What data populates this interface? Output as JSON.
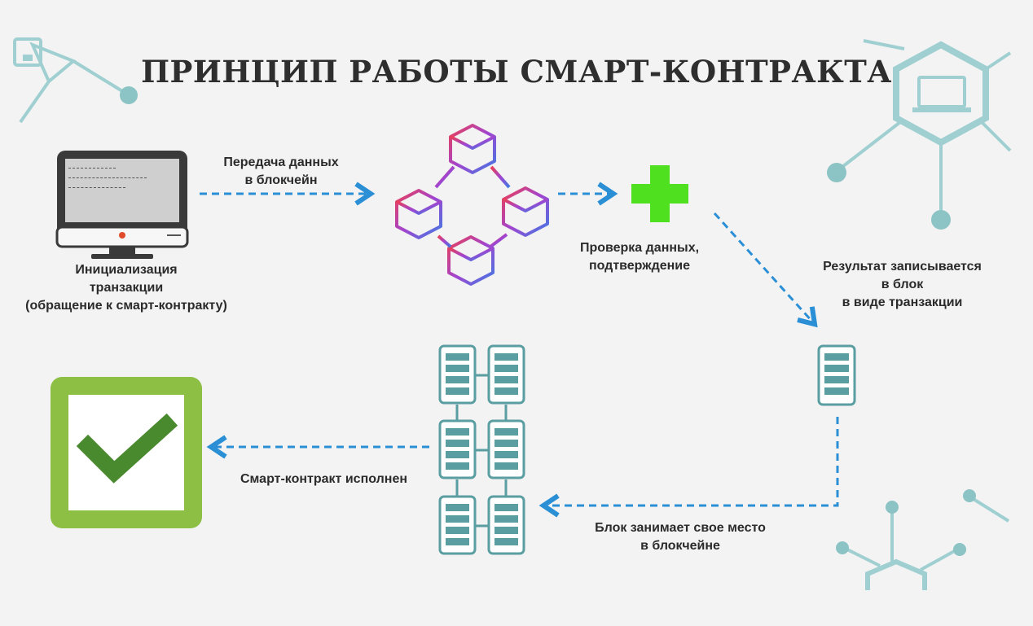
{
  "title": "ПРИНЦИП РАБОТЫ СМАРТ-КОНТРАКТА",
  "steps": {
    "init": {
      "line1": "Инициализация",
      "line2": "транзакции",
      "line3": "(обращение к смарт-контракту)"
    },
    "transfer": {
      "line1": "Передача данных",
      "line2": "в блокчейн"
    },
    "verify": {
      "line1": "Проверка данных,",
      "line2": "подтверждение"
    },
    "record": {
      "line1": "Результат записывается",
      "line2": "в блок",
      "line3": "в виде транзакции"
    },
    "place": {
      "line1": "Блок занимает свое место",
      "line2": "в блокчейне"
    },
    "done": {
      "line1": "Смарт-контракт исполнен"
    }
  },
  "colors": {
    "arrow": "#2b8fd6",
    "teal": "#5a9ea1",
    "teal_light": "#a9d0d1",
    "check_frame": "#8cbf44",
    "check_mark": "#4a8a2f",
    "plus": "#4fe01f",
    "cube_gradient": [
      "#e8455a",
      "#a040d0",
      "#4a6fe0"
    ]
  },
  "icons": [
    "monitor-icon",
    "blockchain-cubes-icon",
    "plus-icon",
    "server-icon",
    "server-cluster-icon",
    "checkmark-icon",
    "phone-icon",
    "laptop-icon"
  ]
}
